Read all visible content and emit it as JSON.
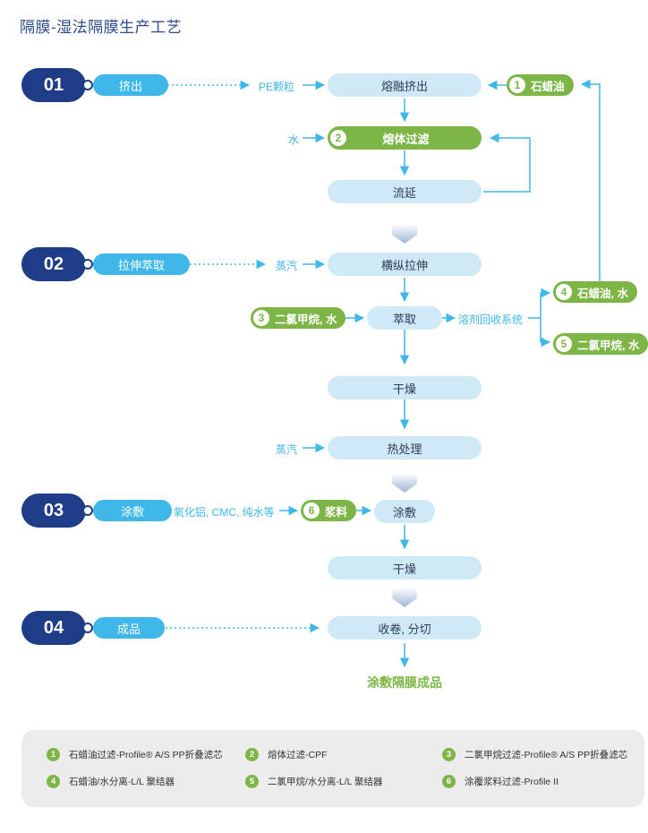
{
  "title": "隔膜-湿法隔膜生产工艺",
  "stages": [
    {
      "num": "01",
      "label": "挤出"
    },
    {
      "num": "02",
      "label": "拉伸萃取"
    },
    {
      "num": "03",
      "label": "涂敷"
    },
    {
      "num": "04",
      "label": "成品"
    }
  ],
  "process": {
    "melt_extrude": "熔融挤出",
    "melt_filter": "熔体过滤",
    "casting": "流延",
    "stretch": "横纵拉伸",
    "extract": "萃取",
    "dry1": "干燥",
    "heat": "热处理",
    "coat": "涂敷",
    "dry2": "干燥",
    "wind_cut": "收卷, 分切"
  },
  "inputs": {
    "pe": "PE颗粒",
    "water": "水",
    "steam1": "蒸汽",
    "steam2": "蒸汽",
    "coating_materials": "氧化铝, CMC, 纯水等",
    "solvent_recovery": "溶剂回收系统"
  },
  "tags": {
    "t1": {
      "num": "1",
      "label": "石蜡油"
    },
    "t2": {
      "num": "2"
    },
    "t3": {
      "num": "3",
      "label": "二氯甲烷, 水"
    },
    "t4": {
      "num": "4",
      "label": "石蜡油, 水"
    },
    "t5": {
      "num": "5",
      "label": "二氯甲烷, 水"
    },
    "t6": {
      "num": "6",
      "label": "浆料"
    }
  },
  "final_product": "涂敷隔膜成品",
  "legend": [
    {
      "num": "1",
      "text": "石蜡油过滤-Profile® A/S PP折叠滤芯"
    },
    {
      "num": "2",
      "text": "熔体过滤-CPF"
    },
    {
      "num": "3",
      "text": "二氯甲烷过滤-Profile® A/S PP折叠滤芯"
    },
    {
      "num": "4",
      "text": "石蜡油/水分离-L/L 聚结器"
    },
    {
      "num": "5",
      "text": "二氯甲烷/水分离-L/L 聚结器"
    },
    {
      "num": "6",
      "text": "涂覆浆料过滤-Profile II"
    }
  ],
  "colors": {
    "navy": "#1f3c86",
    "accent_blue": "#3fb7e9",
    "process_fill": "#cfe9f7",
    "green": "#7db647"
  }
}
